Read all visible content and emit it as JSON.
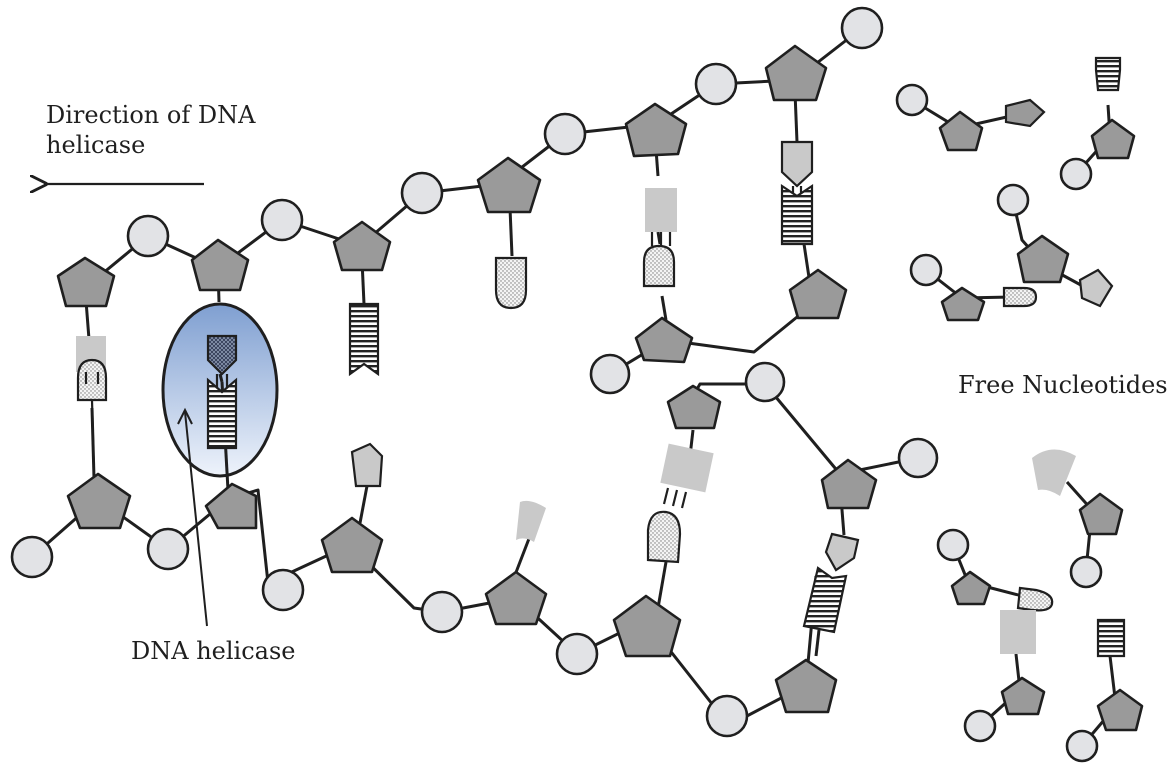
{
  "labels": {
    "direction_line1": "Direction of DNA",
    "direction_line2": "helicase",
    "dna_helicase": "DNA helicase",
    "free_nucleotides": "Free Nucleotides"
  },
  "colors": {
    "phosphate_fill": "#e2e3e6",
    "sugar_fill": "#9a9a9a",
    "base_gray": "#c9c9c9",
    "outline": "#1f1f1f",
    "helicase_top": "#7f9fd1",
    "helicase_bottom": "#eef3fb"
  },
  "icons": [
    "arrow-left-icon",
    "phosphate-circle-icon",
    "deoxyribose-pentagon-icon",
    "nitrogen-base-icon",
    "helicase-enzyme-icon"
  ]
}
